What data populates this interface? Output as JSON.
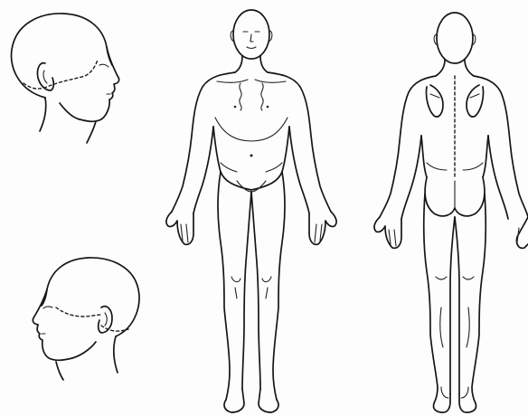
{
  "figure": {
    "views": [
      {
        "id": "head-right-lateral",
        "label": ""
      },
      {
        "id": "head-left-lateral",
        "label": ""
      },
      {
        "id": "body-anterior",
        "label": ""
      },
      {
        "id": "body-posterior",
        "label": ""
      }
    ],
    "colors": {
      "line": "#161616",
      "background": "#fdfdfd"
    }
  }
}
